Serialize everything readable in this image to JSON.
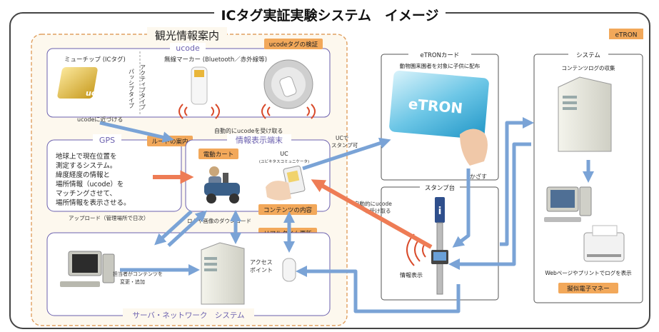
{
  "title": "ICタグ実証実験システム　イメージ",
  "badge_etron": "eTRON",
  "tourism_box": {
    "label": "観光情報案内",
    "ucode_title": "ucode",
    "ucode_verify": "ucodeタグの検証",
    "mu_chip": "ミューチップ (ICタグ)",
    "ucode_logo": "ucode",
    "active_type": "アクティブタイプ",
    "passive_type": "パッシブタイプ",
    "marker": "無線マーカー (Bluetooth／赤外線等)",
    "approach": "ucodeに近づける",
    "auto_receive": "自動的にucodeを受け取る"
  },
  "gps": {
    "title": "GPS",
    "route": "ルートの案内",
    "desc": [
      "地球上で現在位置を",
      "測定するシステム。",
      "緯度経度の情報と",
      "場所情報（ucode）を",
      "マッチングさせて、",
      "場所情報を表示させる。"
    ]
  },
  "terminal": {
    "title": "情報表示端末",
    "cart": "電動カート",
    "uc": "UC",
    "uc_sub": "(ユビキタスコミュニケータ)",
    "contents": "コンテンツの内容",
    "realtime": "リアルタイム更新"
  },
  "labels": {
    "upload": "アップロード（管理場所で日次）",
    "download": "ログや画像のダウンロード",
    "stamp_ok": [
      "UCで",
      "スタンプ可"
    ],
    "kazasu": "かざす",
    "auto_receive2": [
      "自動的にucode",
      "を受け取る"
    ]
  },
  "server": {
    "title": "サーバ・ネットワーク　システム",
    "editor": [
      "担当者がコンテンツを",
      "変更・追加"
    ],
    "access_point": [
      "アクセス",
      "ポイント"
    ]
  },
  "etron_card": {
    "title": "eTRONカード",
    "desc": "動物園来園者を対象に子供に配布",
    "card_logo": "eTRON"
  },
  "stamp": {
    "title": "スタンプ台",
    "info": "i",
    "display": "情報表示"
  },
  "system": {
    "title": "システム",
    "log": "コンテンツログの収集",
    "web": "Webページやプリントでログを表示",
    "emoney": "擬似電子マネー"
  },
  "colors": {
    "orange": "#f0a35a",
    "arrow_blue": "#7aa3d6",
    "arrow_orange": "#ee7c55",
    "purple": "#6a5fae",
    "dashed": "#e0a060"
  }
}
